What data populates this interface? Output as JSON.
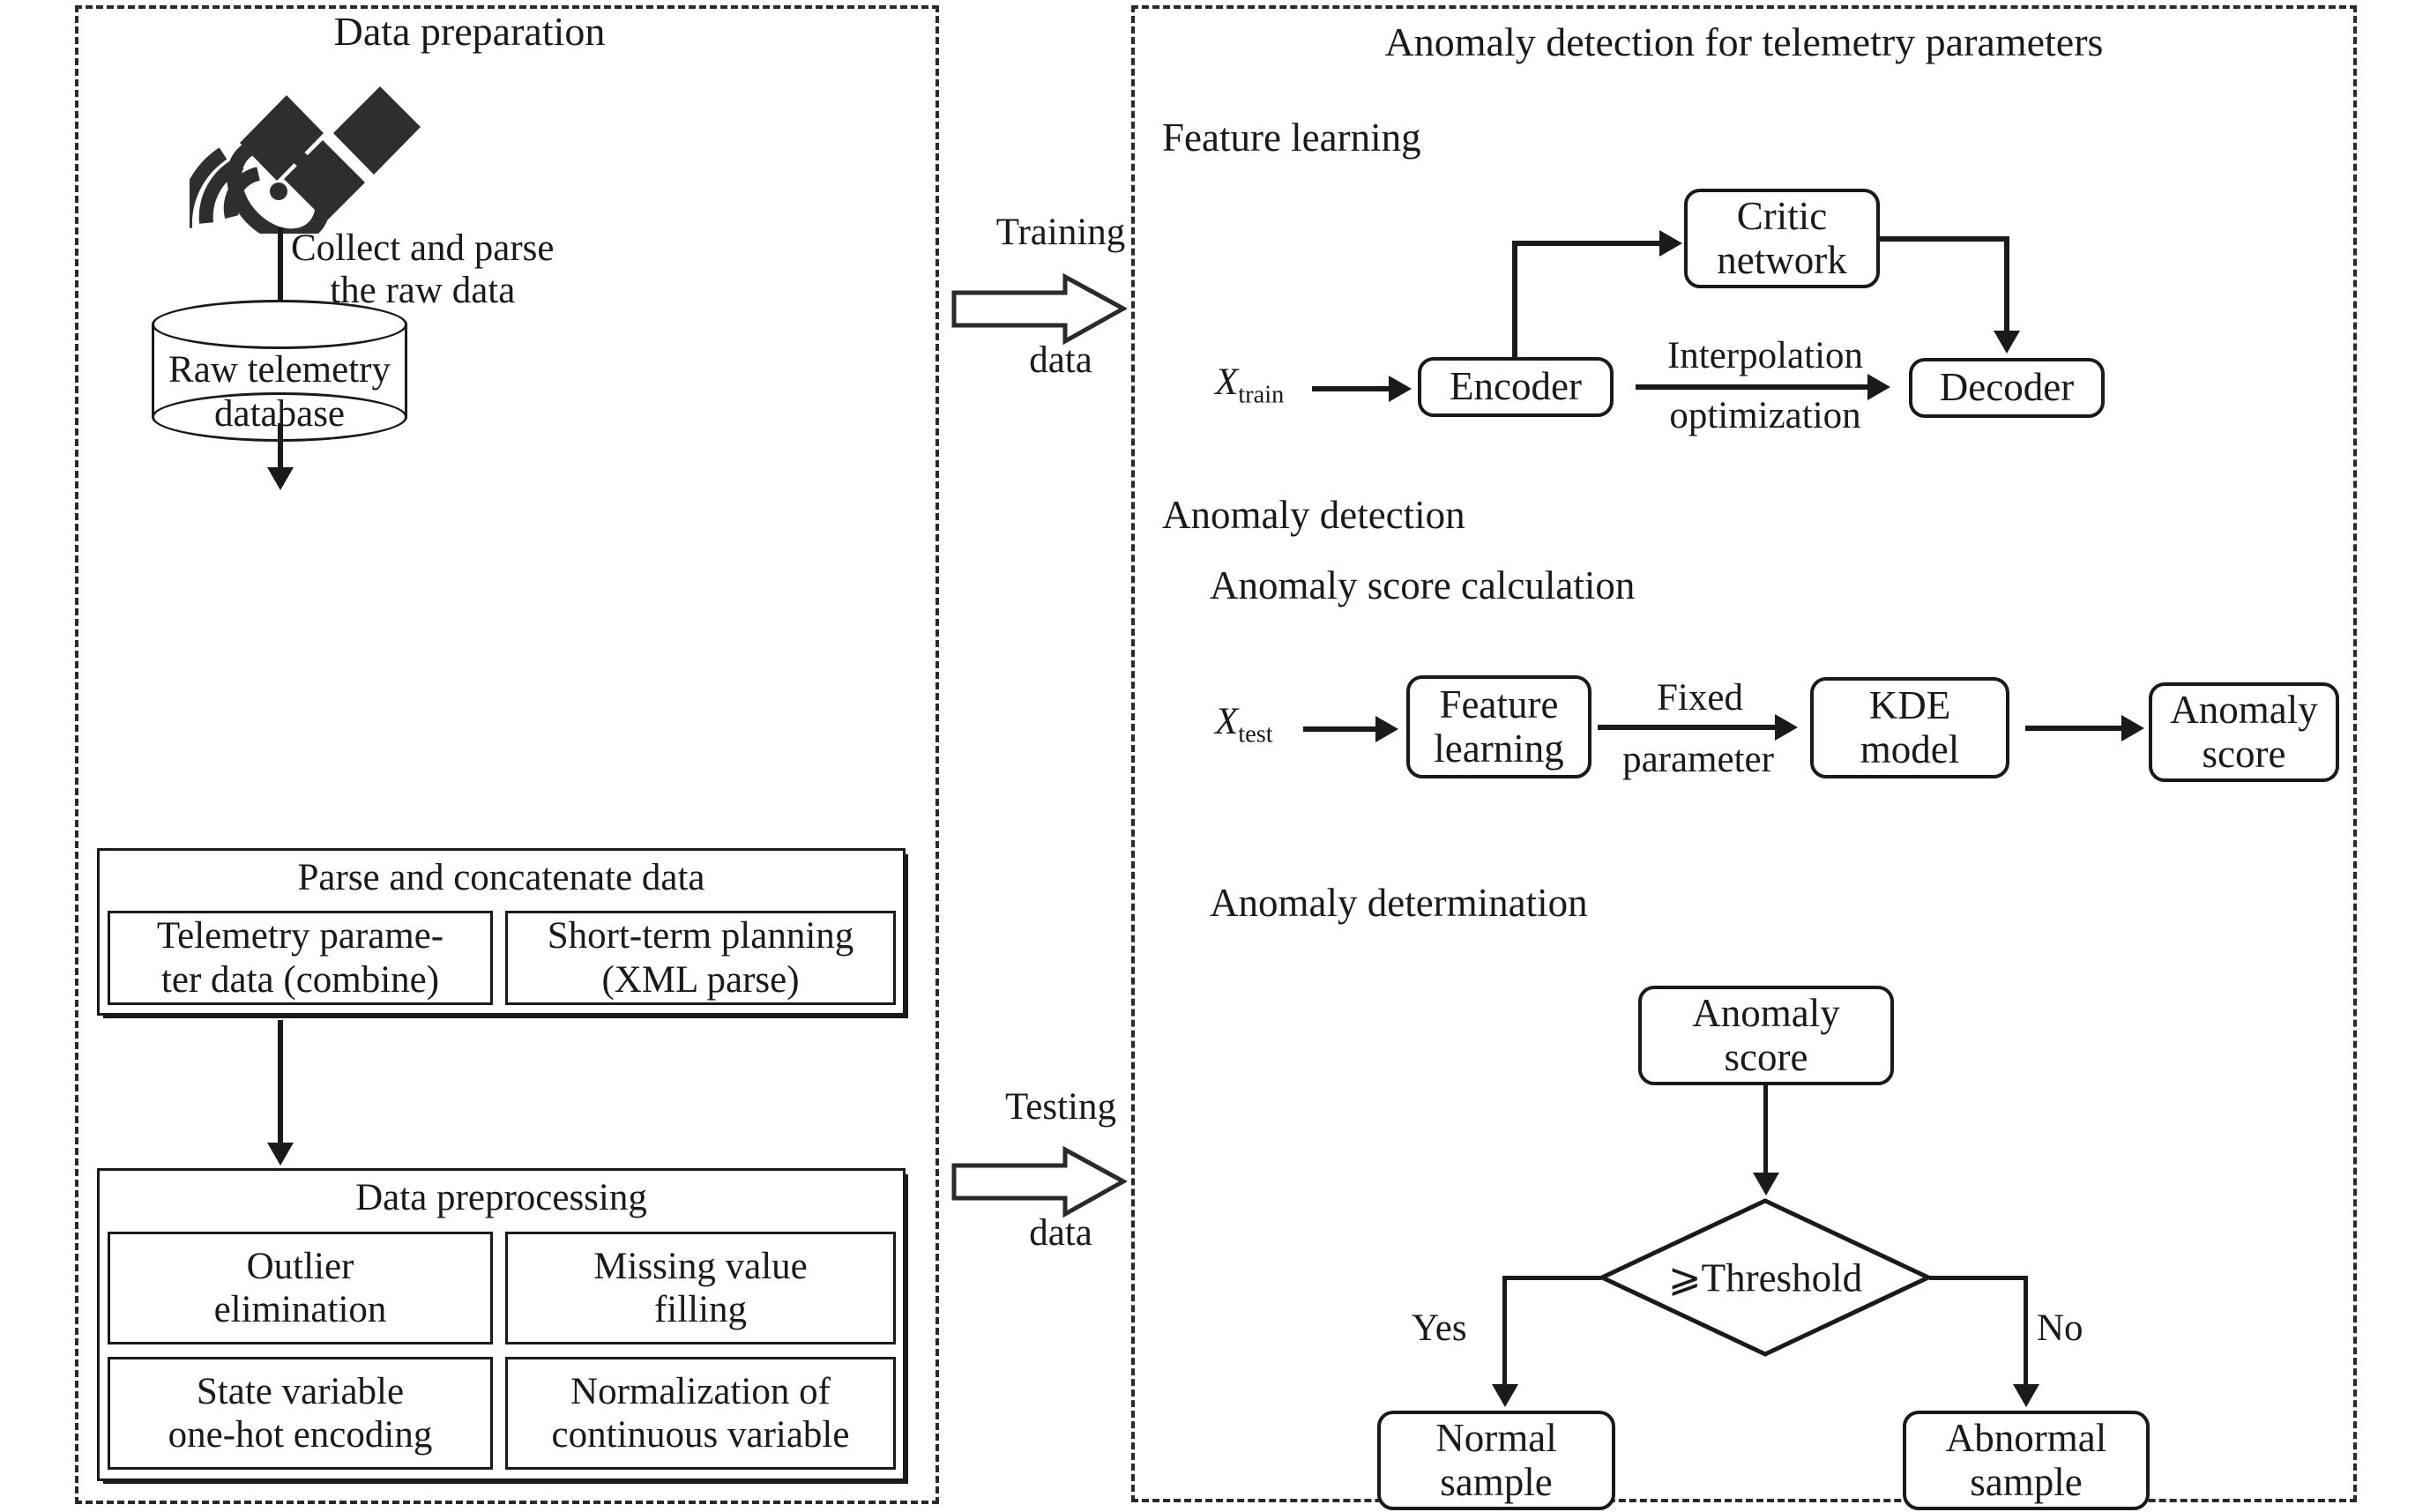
{
  "left_panel": {
    "title": "Data preparation",
    "satellite_icon": "satellite-icon",
    "collect_label_line1": "Collect and parse",
    "collect_label_line2": "the raw data",
    "database": {
      "line1": "Raw telemetry",
      "line2": "database"
    },
    "parse_group": {
      "header": "Parse and concatenate data",
      "items": [
        {
          "line1": "Telemetry parame-",
          "line2": "ter data (combine)"
        },
        {
          "line1": "Short-term planning",
          "line2": "(XML parse)"
        }
      ]
    },
    "preprocess_group": {
      "header": "Data preprocessing",
      "items": [
        {
          "line1": "Outlier",
          "line2": "elimination"
        },
        {
          "line1": "Missing value",
          "line2": "filling"
        },
        {
          "line1": "State variable",
          "line2": "one-hot encoding"
        },
        {
          "line1": "Normalization of",
          "line2": "continuous variable"
        }
      ]
    }
  },
  "connectors": {
    "training": {
      "line1": "Training",
      "line2": "data"
    },
    "testing": {
      "line1": "Testing",
      "line2": "data"
    }
  },
  "right_panel": {
    "title": "Anomaly detection for telemetry parameters",
    "feature_learning": {
      "heading": "Feature learning",
      "input_symbol": "X",
      "input_subscript": "train",
      "encoder": "Encoder",
      "critic": {
        "line1": "Critic",
        "line2": "network"
      },
      "decoder": "Decoder",
      "edge_label": {
        "line1": "Interpolation",
        "line2": "optimization"
      }
    },
    "anomaly_detection": {
      "heading": "Anomaly detection",
      "score_calculation": {
        "heading": "Anomaly score calculation",
        "input_symbol": "X",
        "input_subscript": "test",
        "feature_learning": {
          "line1": "Feature",
          "line2": "learning"
        },
        "edge_label": {
          "line1": "Fixed",
          "line2": "parameter"
        },
        "kde": {
          "line1": "KDE",
          "line2": "model"
        },
        "score": {
          "line1": "Anomaly",
          "line2": "score"
        }
      },
      "determination": {
        "heading": "Anomaly determination",
        "score_box": {
          "line1": "Anomaly",
          "line2": "score"
        },
        "decision": "⩾Threshold",
        "yes_label": "Yes",
        "no_label": "No",
        "normal": {
          "line1": "Normal",
          "line2": "sample"
        },
        "abnormal": {
          "line1": "Abnormal",
          "line2": "sample"
        }
      }
    }
  },
  "colors": {
    "ink": "#1a1a1a",
    "background": "#ffffff"
  }
}
